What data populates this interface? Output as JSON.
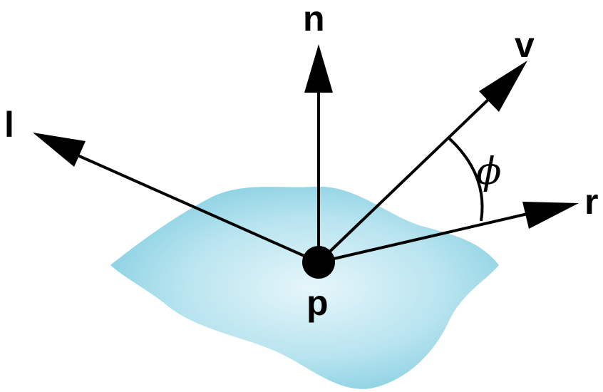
{
  "diagram": {
    "labels": {
      "normal": "n",
      "viewer": "v",
      "light": "l",
      "reflection": "r",
      "point": "p",
      "angle": "ϕ"
    },
    "colors": {
      "surface_center": "#dff3f8",
      "surface_edge": "#7ccbdf",
      "ink": "#000000",
      "background": "#ffffff"
    }
  }
}
